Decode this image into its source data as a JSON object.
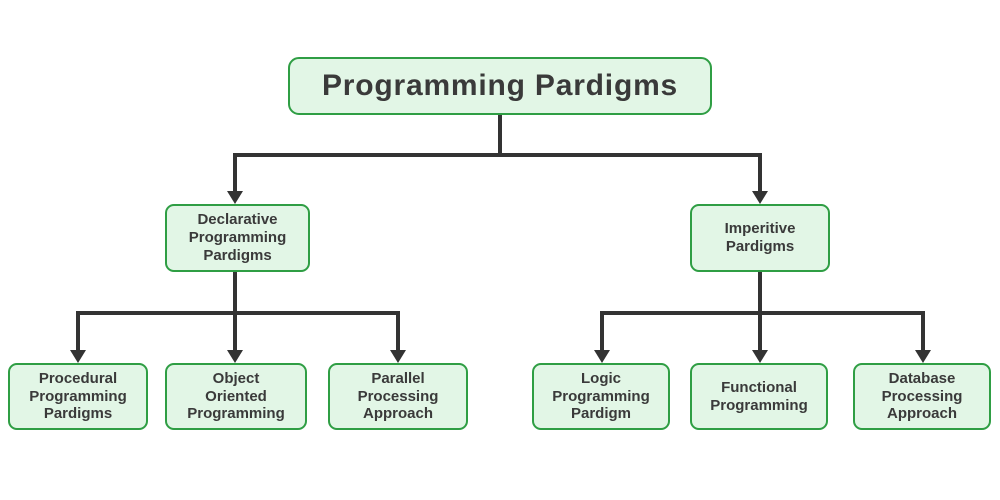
{
  "diagram_title": "Programming Pardigms",
  "colors": {
    "node_fill": "#e2f6e6",
    "node_border": "#2f9e44",
    "line_color": "#333333",
    "text_color": "#3a3a3a",
    "bg": "#ffffff"
  },
  "nodes": {
    "root": {
      "label": "Programming Pardigms",
      "lines": [
        "Programming Pardigms"
      ],
      "children": [
        "declarative",
        "imperitive"
      ]
    },
    "declarative": {
      "label": "Declarative Programming Pardigms",
      "lines": [
        "Declarative",
        "Programming",
        "Pardigms"
      ],
      "children": [
        "procedural",
        "object_oriented",
        "parallel"
      ]
    },
    "imperitive": {
      "label": "Imperitive Pardigms",
      "lines": [
        "Imperitive",
        "Pardigms"
      ],
      "children": [
        "logic",
        "functional",
        "database"
      ]
    },
    "procedural": {
      "label": "Procedural Programming Pardigms",
      "lines": [
        "Procedural",
        "Programming",
        "Pardigms"
      ],
      "children": []
    },
    "object_oriented": {
      "label": "Object Oriented Programming",
      "lines": [
        "Object",
        "Oriented",
        "Programming"
      ],
      "children": []
    },
    "parallel": {
      "label": "Parallel Processing Approach",
      "lines": [
        "Parallel",
        "Processing",
        "Approach"
      ],
      "children": []
    },
    "logic": {
      "label": "Logic Programming Pardigm",
      "lines": [
        "Logic",
        "Programming",
        "Pardigm"
      ],
      "children": []
    },
    "functional": {
      "label": "Functional Programming",
      "lines": [
        "Functional",
        "Programming"
      ],
      "children": []
    },
    "database": {
      "label": "Database Processing Approach",
      "lines": [
        "Database",
        "Processing",
        "Approach"
      ],
      "children": []
    }
  }
}
